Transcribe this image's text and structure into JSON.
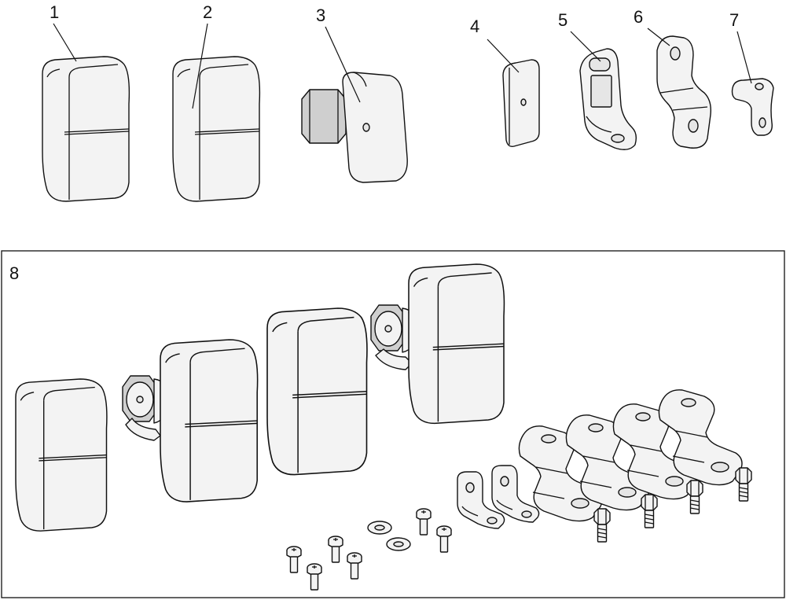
{
  "callouts": [
    {
      "label": "1"
    },
    {
      "label": "2"
    },
    {
      "label": "3"
    },
    {
      "label": "4"
    },
    {
      "label": "5"
    },
    {
      "label": "6"
    },
    {
      "label": "7"
    }
  ],
  "kit_label": "8"
}
